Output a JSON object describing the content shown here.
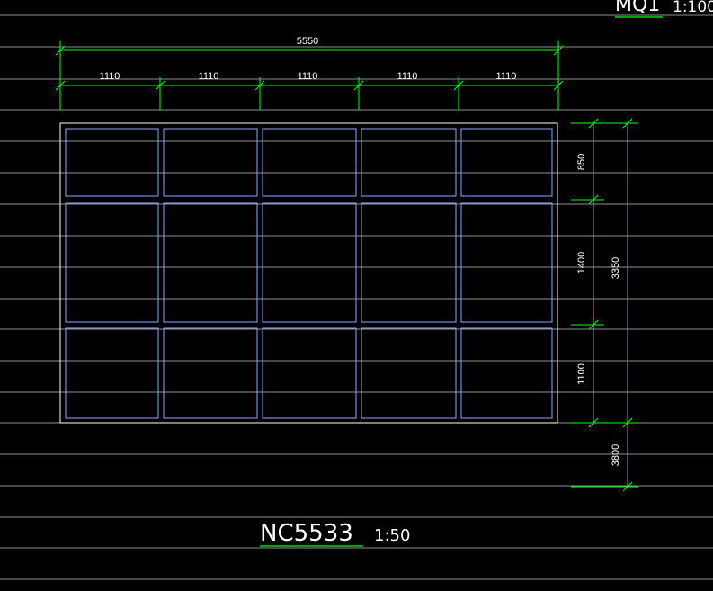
{
  "colors": {
    "background": "#000000",
    "gridline": "#ffffff",
    "window_frame": "#ffffdd",
    "panel": "#8fa6ff",
    "dimension": "#00ff00",
    "text": "#ffffff",
    "title_underline": "#00ff00"
  },
  "header": {
    "title": "MQ1",
    "scale": "1:100"
  },
  "drawing": {
    "title": "NC5533",
    "scale": "1:50",
    "overall_width": "5550",
    "column_widths": [
      "1110",
      "1110",
      "1110",
      "1110",
      "1110"
    ],
    "row_heights": [
      "850",
      "1400",
      "1100"
    ],
    "overall_height": "3350",
    "sill_height": "3800"
  }
}
